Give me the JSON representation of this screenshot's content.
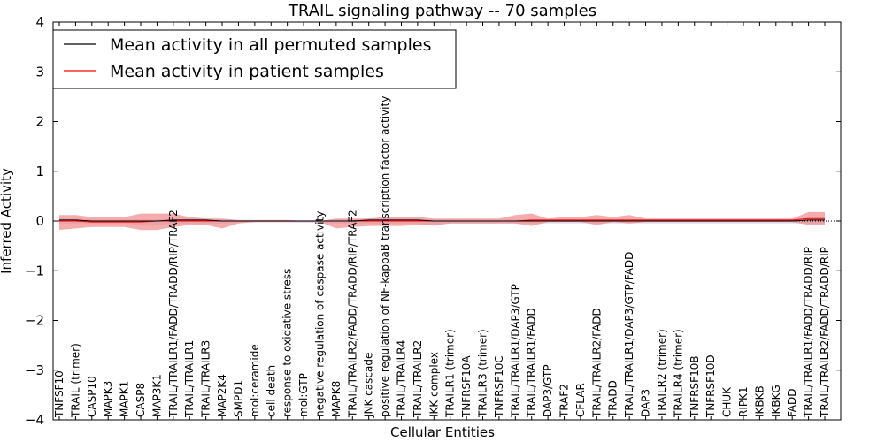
{
  "chart_data": {
    "type": "line",
    "title": "TRAIL signaling pathway -- 70 samples",
    "xlabel": "Cellular Entities",
    "ylabel": "Inferred Activity",
    "ylim": [
      -4,
      4
    ],
    "yticks": [
      "4",
      "3",
      "2",
      "1",
      "0",
      "−1",
      "−2",
      "−3",
      "−4"
    ],
    "ytick_values": [
      4,
      3,
      2,
      1,
      0,
      -1,
      -2,
      -3,
      -4
    ],
    "legend_position": "top-left",
    "colors": {
      "permuted": "#000000",
      "patient": "#ff0000",
      "patient_band": "#f08080",
      "permuted_band": "#c8c8e6"
    },
    "categories": [
      "TNFSF10",
      "TRAIL (trimer)",
      "CASP10",
      "MAPK3",
      "MAPK1",
      "CASP8",
      "MAP3K1",
      "TRAIL/TRAILR1/FADD/TRADD/RIP/TRAF2",
      "TRAIL/TRAILR1",
      "TRAIL/TRAILR3",
      "MAP2K4",
      "SMPD1",
      "mol:ceramide",
      "cell death",
      "response to oxidative stress",
      "mol:GTP",
      "negative regulation of caspase activity",
      "MAPK8",
      "TRAIL/TRAILR2/FADD/TRADD/RIP/TRAF2",
      "JNK cascade",
      "positive regulation of NF-kappaB transcription factor activity",
      "TRAIL/TRAILR4",
      "TRAIL/TRAILR2",
      "IKK complex",
      "TRAILR1 (trimer)",
      "TNFRSF10A",
      "TRAILR3 (trimer)",
      "TNFRSF10C",
      "TRAIL/TRAILR1/DAP3/GTP",
      "TRAIL/TRAILR1/FADD",
      "DAP3/GTP",
      "TRAF2",
      "CFLAR",
      "TRAIL/TRAILR2/FADD",
      "TRADD",
      "TRAIL/TRAILR1/DAP3/GTP/FADD",
      "DAP3",
      "TRAILR2 (trimer)",
      "TRAILR4 (trimer)",
      "TNFRSF10B",
      "TNFRSF10D",
      "CHUK",
      "RIPK1",
      "IKBKB",
      "IKBKG",
      "FADD",
      "TRAIL/TRAILR1/FADD/TRADD/RIP",
      "TRAIL/TRAILR2/FADD/TRADD/RIP"
    ],
    "series": [
      {
        "name": "Mean activity in all permuted samples",
        "values": [
          0.02,
          0.02,
          0.0,
          0.0,
          0.0,
          0.0,
          0.0,
          0.02,
          0.02,
          0.02,
          0.0,
          0.0,
          0.0,
          0.0,
          0.0,
          0.0,
          0.0,
          0.0,
          0.0,
          0.02,
          0.02,
          0.02,
          0.02,
          0.0,
          0.0,
          0.0,
          0.0,
          0.0,
          0.0,
          0.0,
          0.0,
          0.0,
          0.0,
          0.0,
          0.0,
          0.0,
          0.0,
          0.0,
          0.0,
          0.0,
          0.0,
          0.0,
          0.0,
          0.0,
          0.0,
          0.0,
          0.02,
          0.02
        ]
      },
      {
        "name": "Mean activity in patient samples",
        "values": [
          0.0,
          0.0,
          -0.02,
          -0.02,
          -0.02,
          -0.02,
          0.0,
          0.0,
          0.0,
          0.0,
          0.0,
          0.0,
          0.0,
          0.0,
          0.0,
          0.0,
          0.0,
          0.0,
          0.0,
          0.0,
          0.0,
          0.0,
          0.0,
          0.0,
          0.0,
          0.0,
          0.0,
          0.0,
          0.0,
          0.02,
          0.02,
          0.02,
          0.02,
          0.02,
          0.02,
          0.02,
          0.02,
          0.02,
          0.02,
          0.02,
          0.02,
          0.02,
          0.02,
          0.02,
          0.02,
          0.02,
          0.05,
          0.05
        ]
      }
    ],
    "patient_upper": [
      0.12,
      0.12,
      0.08,
      0.08,
      0.08,
      0.15,
      0.15,
      0.15,
      0.08,
      0.05,
      0.05,
      0.02,
      0.02,
      0.02,
      0.02,
      0.0,
      0.0,
      0.05,
      0.05,
      0.05,
      0.08,
      0.08,
      0.08,
      0.05,
      0.05,
      0.05,
      0.05,
      0.05,
      0.12,
      0.15,
      0.05,
      0.08,
      0.08,
      0.12,
      0.08,
      0.12,
      0.05,
      0.05,
      0.05,
      0.05,
      0.05,
      0.05,
      0.05,
      0.05,
      0.05,
      0.05,
      0.18,
      0.18
    ],
    "patient_lower": [
      -0.18,
      -0.15,
      -0.12,
      -0.12,
      -0.12,
      -0.18,
      -0.18,
      -0.12,
      -0.08,
      -0.08,
      -0.15,
      -0.05,
      -0.02,
      -0.02,
      -0.02,
      -0.02,
      -0.02,
      -0.15,
      -0.12,
      -0.1,
      -0.1,
      -0.1,
      -0.08,
      -0.08,
      -0.05,
      -0.05,
      -0.05,
      -0.05,
      -0.05,
      -0.1,
      -0.02,
      -0.02,
      -0.02,
      -0.08,
      -0.02,
      -0.05,
      -0.02,
      -0.02,
      -0.02,
      -0.02,
      -0.02,
      -0.02,
      -0.02,
      -0.02,
      -0.02,
      -0.02,
      -0.08,
      -0.08
    ],
    "permuted_upper": [
      0.05,
      0.05,
      0.03,
      0.03,
      0.03,
      0.03,
      0.03,
      0.05,
      0.05,
      0.05,
      0.03,
      0.02,
      0.02,
      0.02,
      0.02,
      0.02,
      0.02,
      0.03,
      0.03,
      0.05,
      0.05,
      0.05,
      0.05,
      0.03,
      0.03,
      0.03,
      0.03,
      0.03,
      0.03,
      0.03,
      0.03,
      0.03,
      0.03,
      0.03,
      0.03,
      0.03,
      0.03,
      0.03,
      0.03,
      0.03,
      0.03,
      0.03,
      0.03,
      0.03,
      0.03,
      0.03,
      0.05,
      0.05
    ],
    "permuted_lower": [
      -0.05,
      -0.05,
      -0.05,
      -0.05,
      -0.05,
      -0.08,
      -0.08,
      -0.05,
      -0.05,
      -0.05,
      -0.05,
      -0.03,
      -0.03,
      -0.03,
      -0.03,
      -0.03,
      -0.03,
      -0.05,
      -0.05,
      -0.05,
      -0.05,
      -0.05,
      -0.05,
      -0.1,
      -0.05,
      -0.05,
      -0.05,
      -0.05,
      -0.05,
      -0.05,
      -0.05,
      -0.05,
      -0.05,
      -0.05,
      -0.05,
      -0.05,
      -0.05,
      -0.05,
      -0.05,
      -0.05,
      -0.05,
      -0.05,
      -0.05,
      -0.05,
      -0.05,
      -0.05,
      -0.05,
      -0.05
    ]
  }
}
